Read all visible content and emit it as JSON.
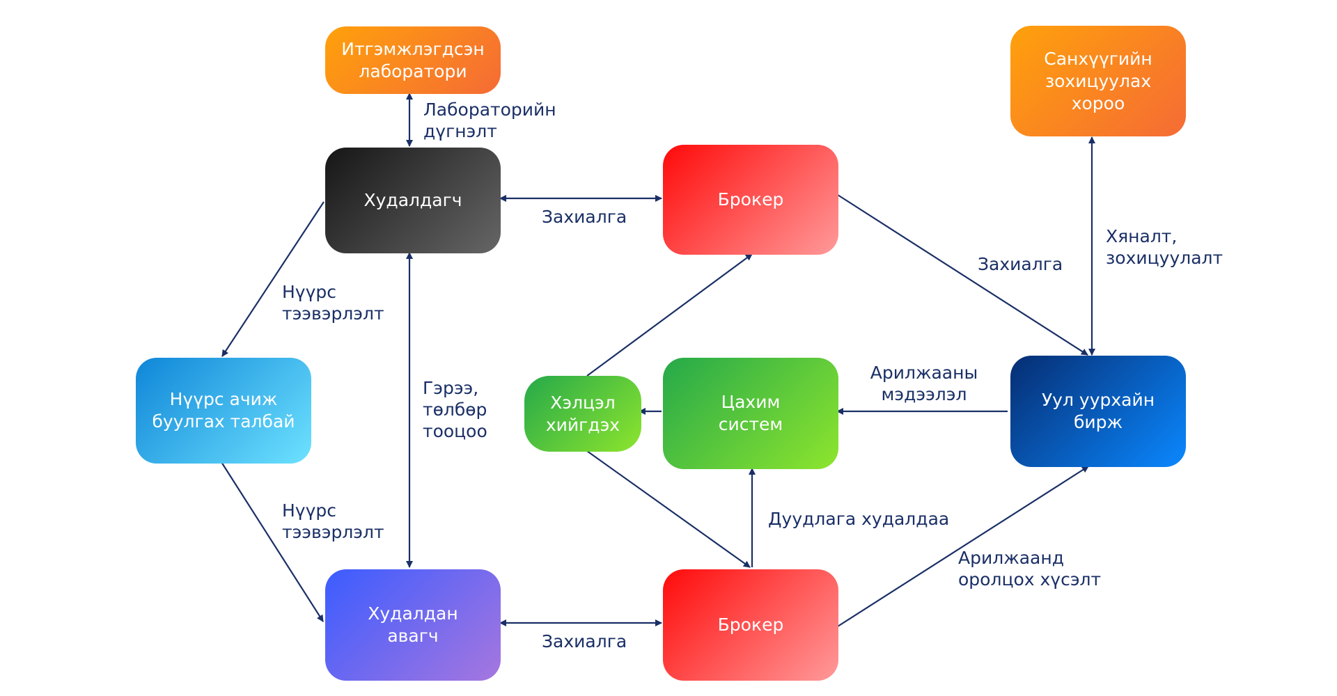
{
  "nodes": {
    "lab": "Итгэмжлэгдсэн\nлаборатори",
    "seller": "Худалдагч",
    "broker_top": "Брокер",
    "fsc": "Санхүүгийн\nзохицуулах\nхороо",
    "loading": "Нүүрс ачиж\nбуулгах талбай",
    "matching": "Хэлцэл\nхийгдэх",
    "esystem": "Цахим\nсистем",
    "exchange": "Уул уурхайн\nбирж",
    "buyer": "Худалдан\nавагч",
    "broker_bottom": "Брокер"
  },
  "labels": {
    "lab_assessment": "Лабораторийн\nдүгнэлт",
    "order_top": "Захиалга",
    "order_right": "Захиалга",
    "supervision": "Хяналт,\nзохицуулалт",
    "coal_transport_top": "Нүүрс\nтээвэрлэлт",
    "contract_payment": "Гэрээ,\nтөлбөр\nтооцоо",
    "trading_info": "Арилжааны\nмэдээлэл",
    "coal_transport_bottom": "Нүүрс\nтээвэрлэлт",
    "auction": "Дуудлага худалдаа",
    "trade_request": "Арилжаанд\nоролцох хүсэлт",
    "order_bottom": "Захиалга"
  },
  "colors": {
    "arrow": "#1a2f66",
    "label_text": "#1a2f66"
  }
}
